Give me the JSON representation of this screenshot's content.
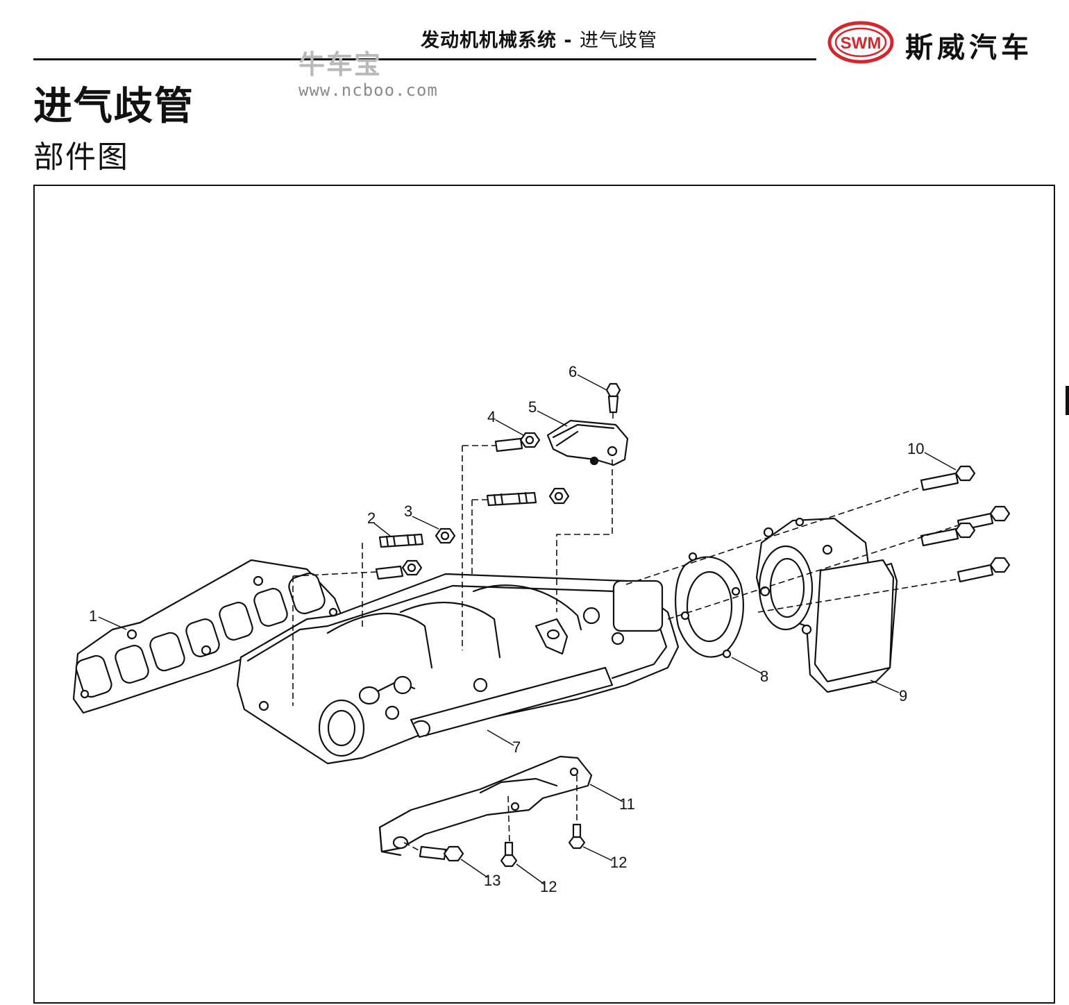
{
  "header": {
    "section": "发动机机械系统",
    "separator": "-",
    "subsection": "进气歧管"
  },
  "brand": {
    "logo_text": "SWM",
    "name": "斯威汽车",
    "logo_color": "#d7262b"
  },
  "watermark": {
    "site_name": "牛车宝",
    "url": "www.ncboo.com"
  },
  "page": {
    "title": "进气歧管",
    "section": "部件图"
  },
  "diagram": {
    "callouts": [
      "1",
      "2",
      "3",
      "4",
      "5",
      "6",
      "7",
      "8",
      "9",
      "10",
      "11",
      "12",
      "12",
      "13"
    ]
  }
}
